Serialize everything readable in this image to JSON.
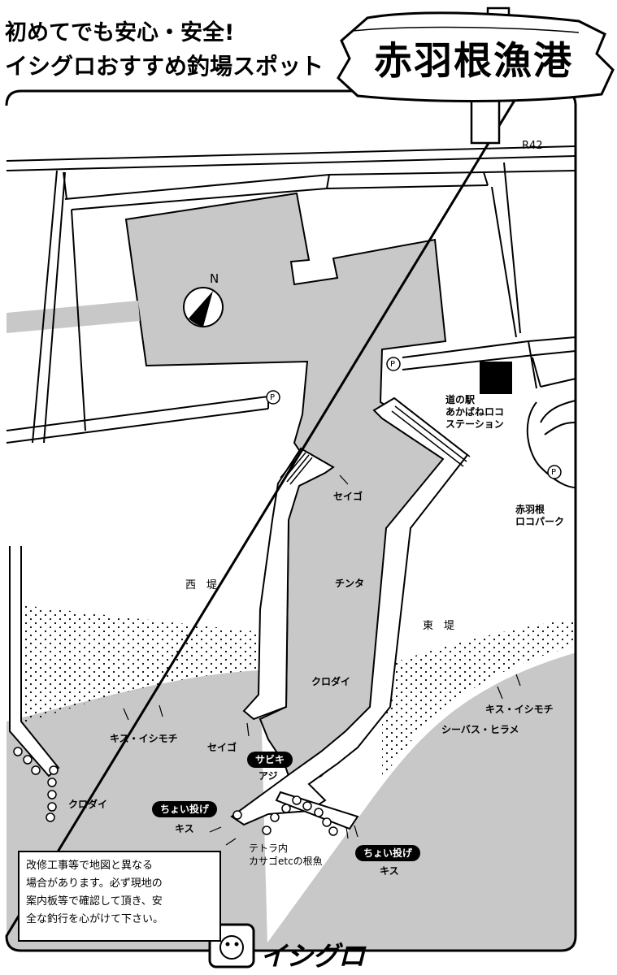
{
  "header": {
    "line1": "初めてでも安心・安全!",
    "line2": "イシグロおすすめ釣場スポット",
    "sign_title": "赤羽根漁港"
  },
  "map": {
    "road_label": "R42",
    "north_label": "N",
    "parking_label": "P",
    "station_label_1": "道の駅",
    "station_label_2": "あかばねロコ",
    "station_label_3": "ステーション",
    "park_label_1": "赤羽根",
    "park_label_2": "ロコパーク",
    "west_pier": "西　堤",
    "east_pier": "東　堤",
    "fish": {
      "seigo_top": "セイゴ",
      "chinta": "チンタ",
      "kurodai_center": "クロダイ",
      "kisu_ishimochi_left": "キス・イシモチ",
      "seigo_bottom": "セイゴ",
      "aji": "アジ",
      "kurodai_left": "クロダイ",
      "kisu_left": "キス",
      "kisu_ishimochi_right": "キス・イシモチ",
      "seabass_hirame": "シーバス・ヒラメ",
      "tetra_1": "テトラ内",
      "tetra_2": "カサゴetcの根魚",
      "kisu_right": "キス"
    },
    "methods": {
      "sabiki": "サビキ",
      "choi_nage_left": "ちょい投げ",
      "choi_nage_right": "ちょい投げ"
    }
  },
  "notice": {
    "line1": "改修工事等で地図と異なる",
    "line2": "場合があります。必ず現地の",
    "line3": "案内板等で確認して頂き、安",
    "line4": "全な釣行を心がけて下さい。"
  },
  "logo": {
    "brand": "イシグロ"
  }
}
